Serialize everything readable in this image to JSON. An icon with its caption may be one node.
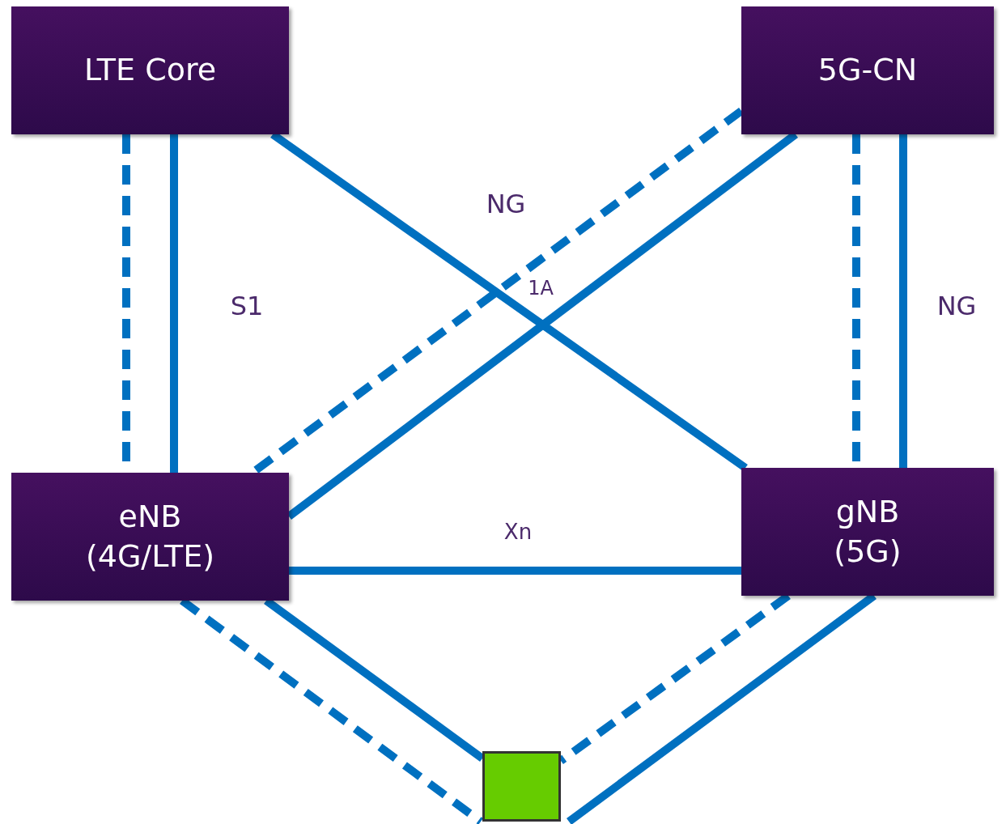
{
  "diagram": {
    "nodes": [
      {
        "text": [
          "LTE Core"
        ]
      },
      {
        "text": [
          "5G-CN"
        ]
      },
      {
        "text": [
          "eNB (4G/LTE)"
        ]
      },
      {
        "text": [
          "gNB (5G)"
        ]
      },
      {
        "text": [],
        "shape": "box"
      }
    ],
    "edges": [
      {
        "from": 0,
        "to": 2,
        "arrow": "none",
        "style": "dashed"
      },
      {
        "from": 0,
        "to": 2,
        "arrow": "none",
        "label": "S1"
      },
      {
        "from": 1,
        "to": 3,
        "arrow": "none",
        "style": "dashed"
      },
      {
        "from": 1,
        "to": 3,
        "arrow": "none",
        "label": "NG"
      },
      {
        "from": 0,
        "to": 3,
        "arrow": "none"
      },
      {
        "from": 1,
        "to": 2,
        "arrow": "none",
        "style": "dashed"
      },
      {
        "from": 1,
        "to": 2,
        "arrow": "none"
      },
      {
        "from": 2,
        "to": 3,
        "arrow": "none",
        "label": "Xn"
      },
      {
        "from": 2,
        "to": 4,
        "arrow": "none",
        "style": "dashed"
      },
      {
        "from": 2,
        "to": 4,
        "arrow": "none"
      },
      {
        "from": 3,
        "to": 4,
        "arrow": "none",
        "style": "dashed"
      },
      {
        "from": 3,
        "to": 4,
        "arrow": "none"
      }
    ],
    "labels": [
      "NG",
      "1A"
    ]
  }
}
